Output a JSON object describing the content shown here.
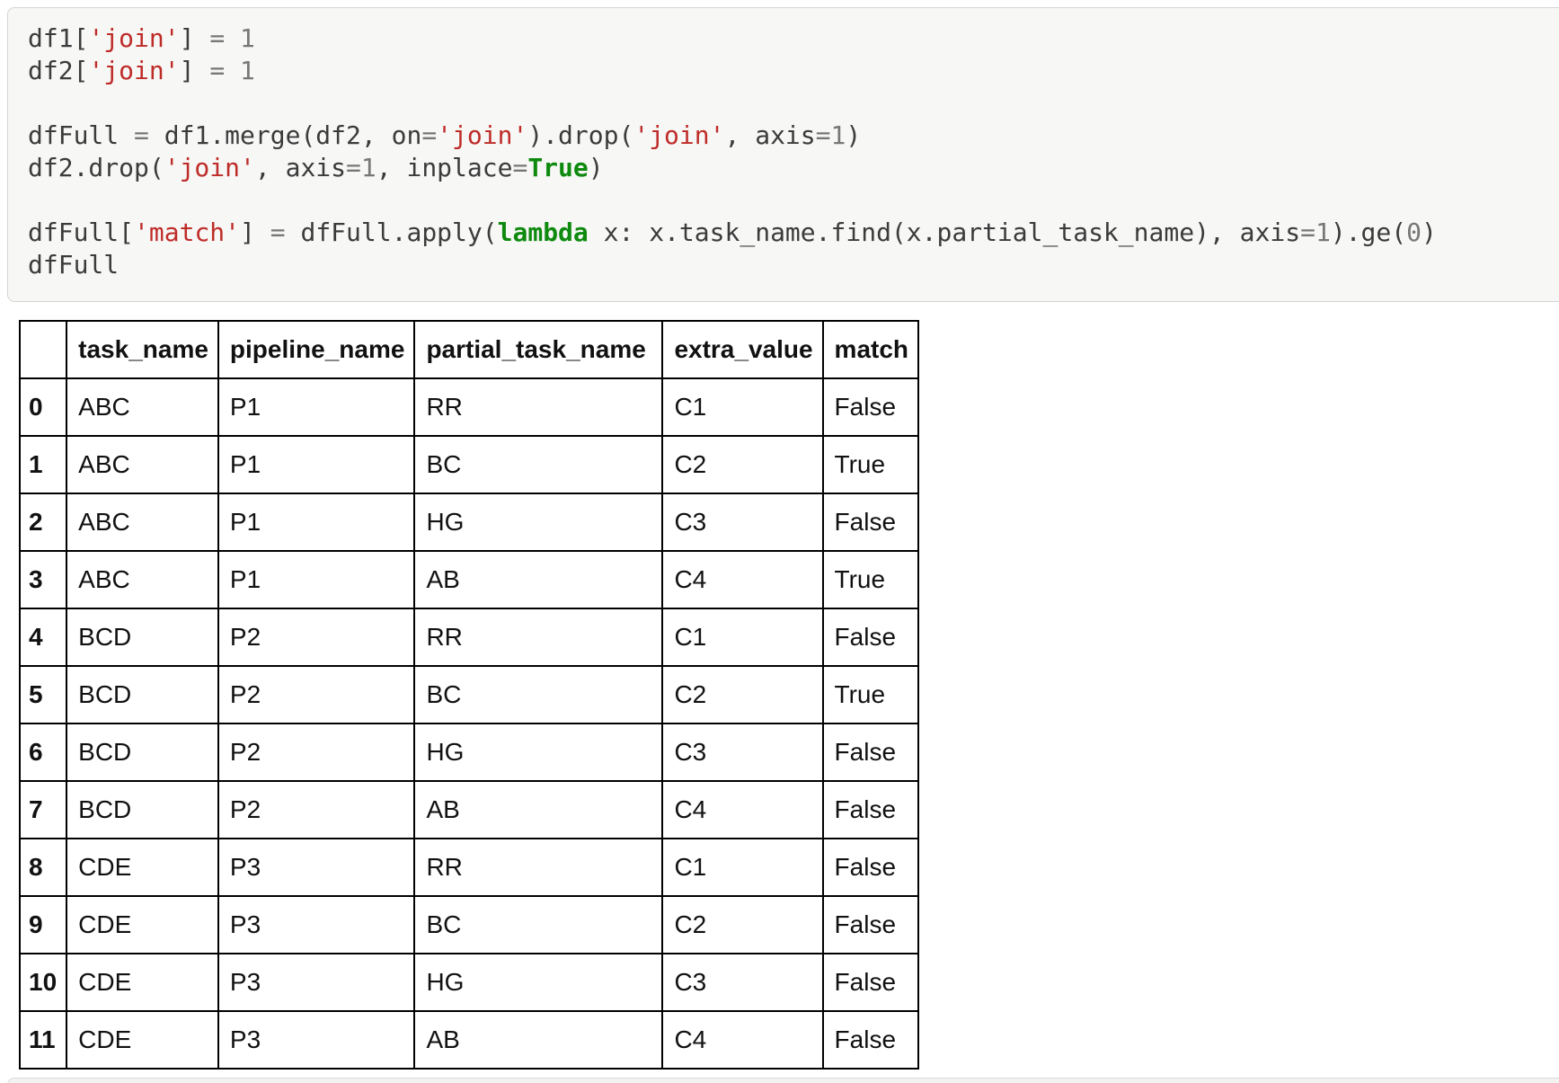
{
  "code_cell": {
    "language": "python",
    "lines": [
      [
        {
          "c": "plain",
          "t": "df1["
        },
        {
          "c": "str",
          "t": "'join'"
        },
        {
          "c": "plain",
          "t": "] "
        },
        {
          "c": "num",
          "t": "="
        },
        {
          "c": "plain",
          "t": " "
        },
        {
          "c": "num",
          "t": "1"
        }
      ],
      [
        {
          "c": "plain",
          "t": "df2["
        },
        {
          "c": "str",
          "t": "'join'"
        },
        {
          "c": "plain",
          "t": "] "
        },
        {
          "c": "num",
          "t": "="
        },
        {
          "c": "plain",
          "t": " "
        },
        {
          "c": "num",
          "t": "1"
        }
      ],
      [],
      [
        {
          "c": "plain",
          "t": "dfFull "
        },
        {
          "c": "num",
          "t": "="
        },
        {
          "c": "plain",
          "t": " df1.merge(df2, on"
        },
        {
          "c": "num",
          "t": "="
        },
        {
          "c": "str",
          "t": "'join'"
        },
        {
          "c": "plain",
          "t": ").drop("
        },
        {
          "c": "str",
          "t": "'join'"
        },
        {
          "c": "plain",
          "t": ", axis"
        },
        {
          "c": "num",
          "t": "=1"
        },
        {
          "c": "plain",
          "t": ")"
        }
      ],
      [
        {
          "c": "plain",
          "t": "df2.drop("
        },
        {
          "c": "str",
          "t": "'join'"
        },
        {
          "c": "plain",
          "t": ", axis"
        },
        {
          "c": "num",
          "t": "=1"
        },
        {
          "c": "plain",
          "t": ", inplace"
        },
        {
          "c": "num",
          "t": "="
        },
        {
          "c": "kw",
          "t": "True"
        },
        {
          "c": "plain",
          "t": ")"
        }
      ],
      [],
      [
        {
          "c": "plain",
          "t": "dfFull["
        },
        {
          "c": "str",
          "t": "'match'"
        },
        {
          "c": "plain",
          "t": "] "
        },
        {
          "c": "num",
          "t": "="
        },
        {
          "c": "plain",
          "t": " dfFull.apply("
        },
        {
          "c": "kw",
          "t": "lambda"
        },
        {
          "c": "plain",
          "t": " x: x.task_name.find(x.partial_task_name), axis"
        },
        {
          "c": "num",
          "t": "=1"
        },
        {
          "c": "plain",
          "t": ").ge("
        },
        {
          "c": "num",
          "t": "0"
        },
        {
          "c": "plain",
          "t": ")"
        }
      ],
      [
        {
          "c": "plain",
          "t": "dfFull"
        }
      ]
    ]
  },
  "output_table": {
    "index_header": "",
    "columns": [
      "task_name",
      "pipeline_name",
      "partial_task_name",
      "extra_value",
      "match"
    ],
    "rows": [
      {
        "index": "0",
        "task_name": "ABC",
        "pipeline_name": "P1",
        "partial_task_name": "RR",
        "extra_value": "C1",
        "match": "False"
      },
      {
        "index": "1",
        "task_name": "ABC",
        "pipeline_name": "P1",
        "partial_task_name": "BC",
        "extra_value": "C2",
        "match": "True"
      },
      {
        "index": "2",
        "task_name": "ABC",
        "pipeline_name": "P1",
        "partial_task_name": "HG",
        "extra_value": "C3",
        "match": "False"
      },
      {
        "index": "3",
        "task_name": "ABC",
        "pipeline_name": "P1",
        "partial_task_name": "AB",
        "extra_value": "C4",
        "match": "True"
      },
      {
        "index": "4",
        "task_name": "BCD",
        "pipeline_name": "P2",
        "partial_task_name": "RR",
        "extra_value": "C1",
        "match": "False"
      },
      {
        "index": "5",
        "task_name": "BCD",
        "pipeline_name": "P2",
        "partial_task_name": "BC",
        "extra_value": "C2",
        "match": "True"
      },
      {
        "index": "6",
        "task_name": "BCD",
        "pipeline_name": "P2",
        "partial_task_name": "HG",
        "extra_value": "C3",
        "match": "False"
      },
      {
        "index": "7",
        "task_name": "BCD",
        "pipeline_name": "P2",
        "partial_task_name": "AB",
        "extra_value": "C4",
        "match": "False"
      },
      {
        "index": "8",
        "task_name": "CDE",
        "pipeline_name": "P3",
        "partial_task_name": "RR",
        "extra_value": "C1",
        "match": "False"
      },
      {
        "index": "9",
        "task_name": "CDE",
        "pipeline_name": "P3",
        "partial_task_name": "BC",
        "extra_value": "C2",
        "match": "False"
      },
      {
        "index": "10",
        "task_name": "CDE",
        "pipeline_name": "P3",
        "partial_task_name": "HG",
        "extra_value": "C3",
        "match": "False"
      },
      {
        "index": "11",
        "task_name": "CDE",
        "pipeline_name": "P3",
        "partial_task_name": "AB",
        "extra_value": "C4",
        "match": "False"
      }
    ]
  },
  "colors": {
    "code_text": "#3b3b3b",
    "code_string": "#be2c28",
    "code_keyword": "#0e8a0e",
    "code_number": "#777777",
    "cell_background": "#f7f7f6",
    "cell_border": "#d5d5d5",
    "table_border": "#000000"
  }
}
